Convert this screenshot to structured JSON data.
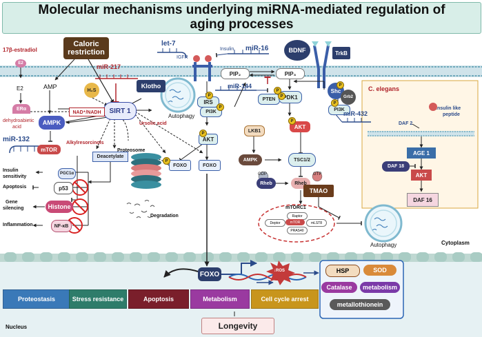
{
  "title_line1": "Molecular mechanisms underlying miRNA-mediated regulation of",
  "title_line2": "aging processes",
  "labels": {
    "estradiol": "17β-estradiol",
    "e2_circle": "E2",
    "e2": "E2",
    "er_alpha": "ERα",
    "caloric_restriction": "Caloric restriction",
    "mir217": "miR-217",
    "amp": "AMP",
    "h2s": "H₂S",
    "klotho": "Klotho",
    "sirt1": "SIRT 1",
    "autophagy1": "Autophagy",
    "dehydroabietic": "dehydroabietic",
    "acid": "acid",
    "nad": "NAD⁺/NADH",
    "ursolic": "Ursolic acid",
    "ampk": "AMPK",
    "mir132": "miR-132",
    "mtor": "mTOR",
    "alkylresorcinols": "Alkylresorcinols",
    "proteosome": "Proteosome",
    "deacetylate": "Deacetylate",
    "insulin_sensitivity_1": "Insulin",
    "insulin_sensitivity_2": "sensitivity",
    "pgc1a": "PGC1α",
    "apoptosis_small": "Apoptosis",
    "p53": "p53",
    "gene_silencing_1": "Gene",
    "gene_silencing_2": "silencing",
    "histone": "Histone",
    "inflammation": "Inflammation",
    "nfkb": "NF-κB",
    "degradation": "Degradation",
    "let7": "let-7",
    "igfr": "IGFR",
    "insulin": "Insulin",
    "mir16": "miR-16",
    "bdnf": "BDNF",
    "trkb": "TrkB",
    "pip2": "PIP₂",
    "pip3": "PIP₃",
    "mir144": "miR-144",
    "irs": "IRS",
    "pi3k_a": "PI3K",
    "pten": "PTEN",
    "pdk1": "PDK1",
    "shc": "Shc",
    "grb2": "Grb2",
    "pi3k_b": "PI3K",
    "mir432": "miR-432",
    "akt_a": "AKT",
    "foxo_a": "FOXO",
    "foxo_b": "FOXO",
    "lkb1": "LKB1",
    "akt_b": "AKT",
    "ampk_b": "AMPK",
    "tsc": "TSC1/2",
    "rheb_a": "Rheb",
    "gdp": "GDP",
    "rheb_b": "Rheb",
    "gtp": "GTP",
    "tmao": "TMAO",
    "mtorc1": "mTORC1",
    "raptor": "Raptor",
    "deptor": "Deptor",
    "mtor_sub": "mTOR",
    "mlst8": "mLST8",
    "pras40": "PRAS40",
    "autophagy2": "Autophagy",
    "cytoplasm": "Cytoplasm",
    "celegans": "C. elegans",
    "daf2": "DAF 2",
    "insulin_like_1": "Insulin like",
    "insulin_like_2": "peptide",
    "age1": "AGE 1",
    "daf18": "DAF 18",
    "akt_c": "AKT",
    "daf16": "DAF 16",
    "foxo_nuc": "FOXO",
    "ros": "↓ROS",
    "hsp": "HSP",
    "sod": "SOD",
    "catalase": "Catalase",
    "metabolism_small": "metabolism",
    "metallothionein": "metallothionein",
    "longevity": "Longevity",
    "nucleus": "Nucleus",
    "p": "P"
  },
  "outcomes": [
    {
      "label": "Proteostasis",
      "color": "#3a79b8"
    },
    {
      "label": "Stress resistance",
      "color": "#2e7c6a"
    },
    {
      "label": "Apoptosis",
      "color": "#7a1f2b"
    },
    {
      "label": "Metabolism",
      "color": "#9a3aa0"
    },
    {
      "label": "Cell cycle arrest",
      "color": "#c8951c"
    }
  ],
  "colors": {
    "title_bg": "#d8eee8",
    "membrane": "#cfe3ea",
    "nucleus_bg": "#e6f1f3",
    "mirna": "#b0232a",
    "mirna_blue": "#2a4a8a",
    "sirt": "#e8ecfb",
    "pi3k_box": "#dcefee",
    "akt_red": "#d94848",
    "histone": "#c94a76"
  }
}
